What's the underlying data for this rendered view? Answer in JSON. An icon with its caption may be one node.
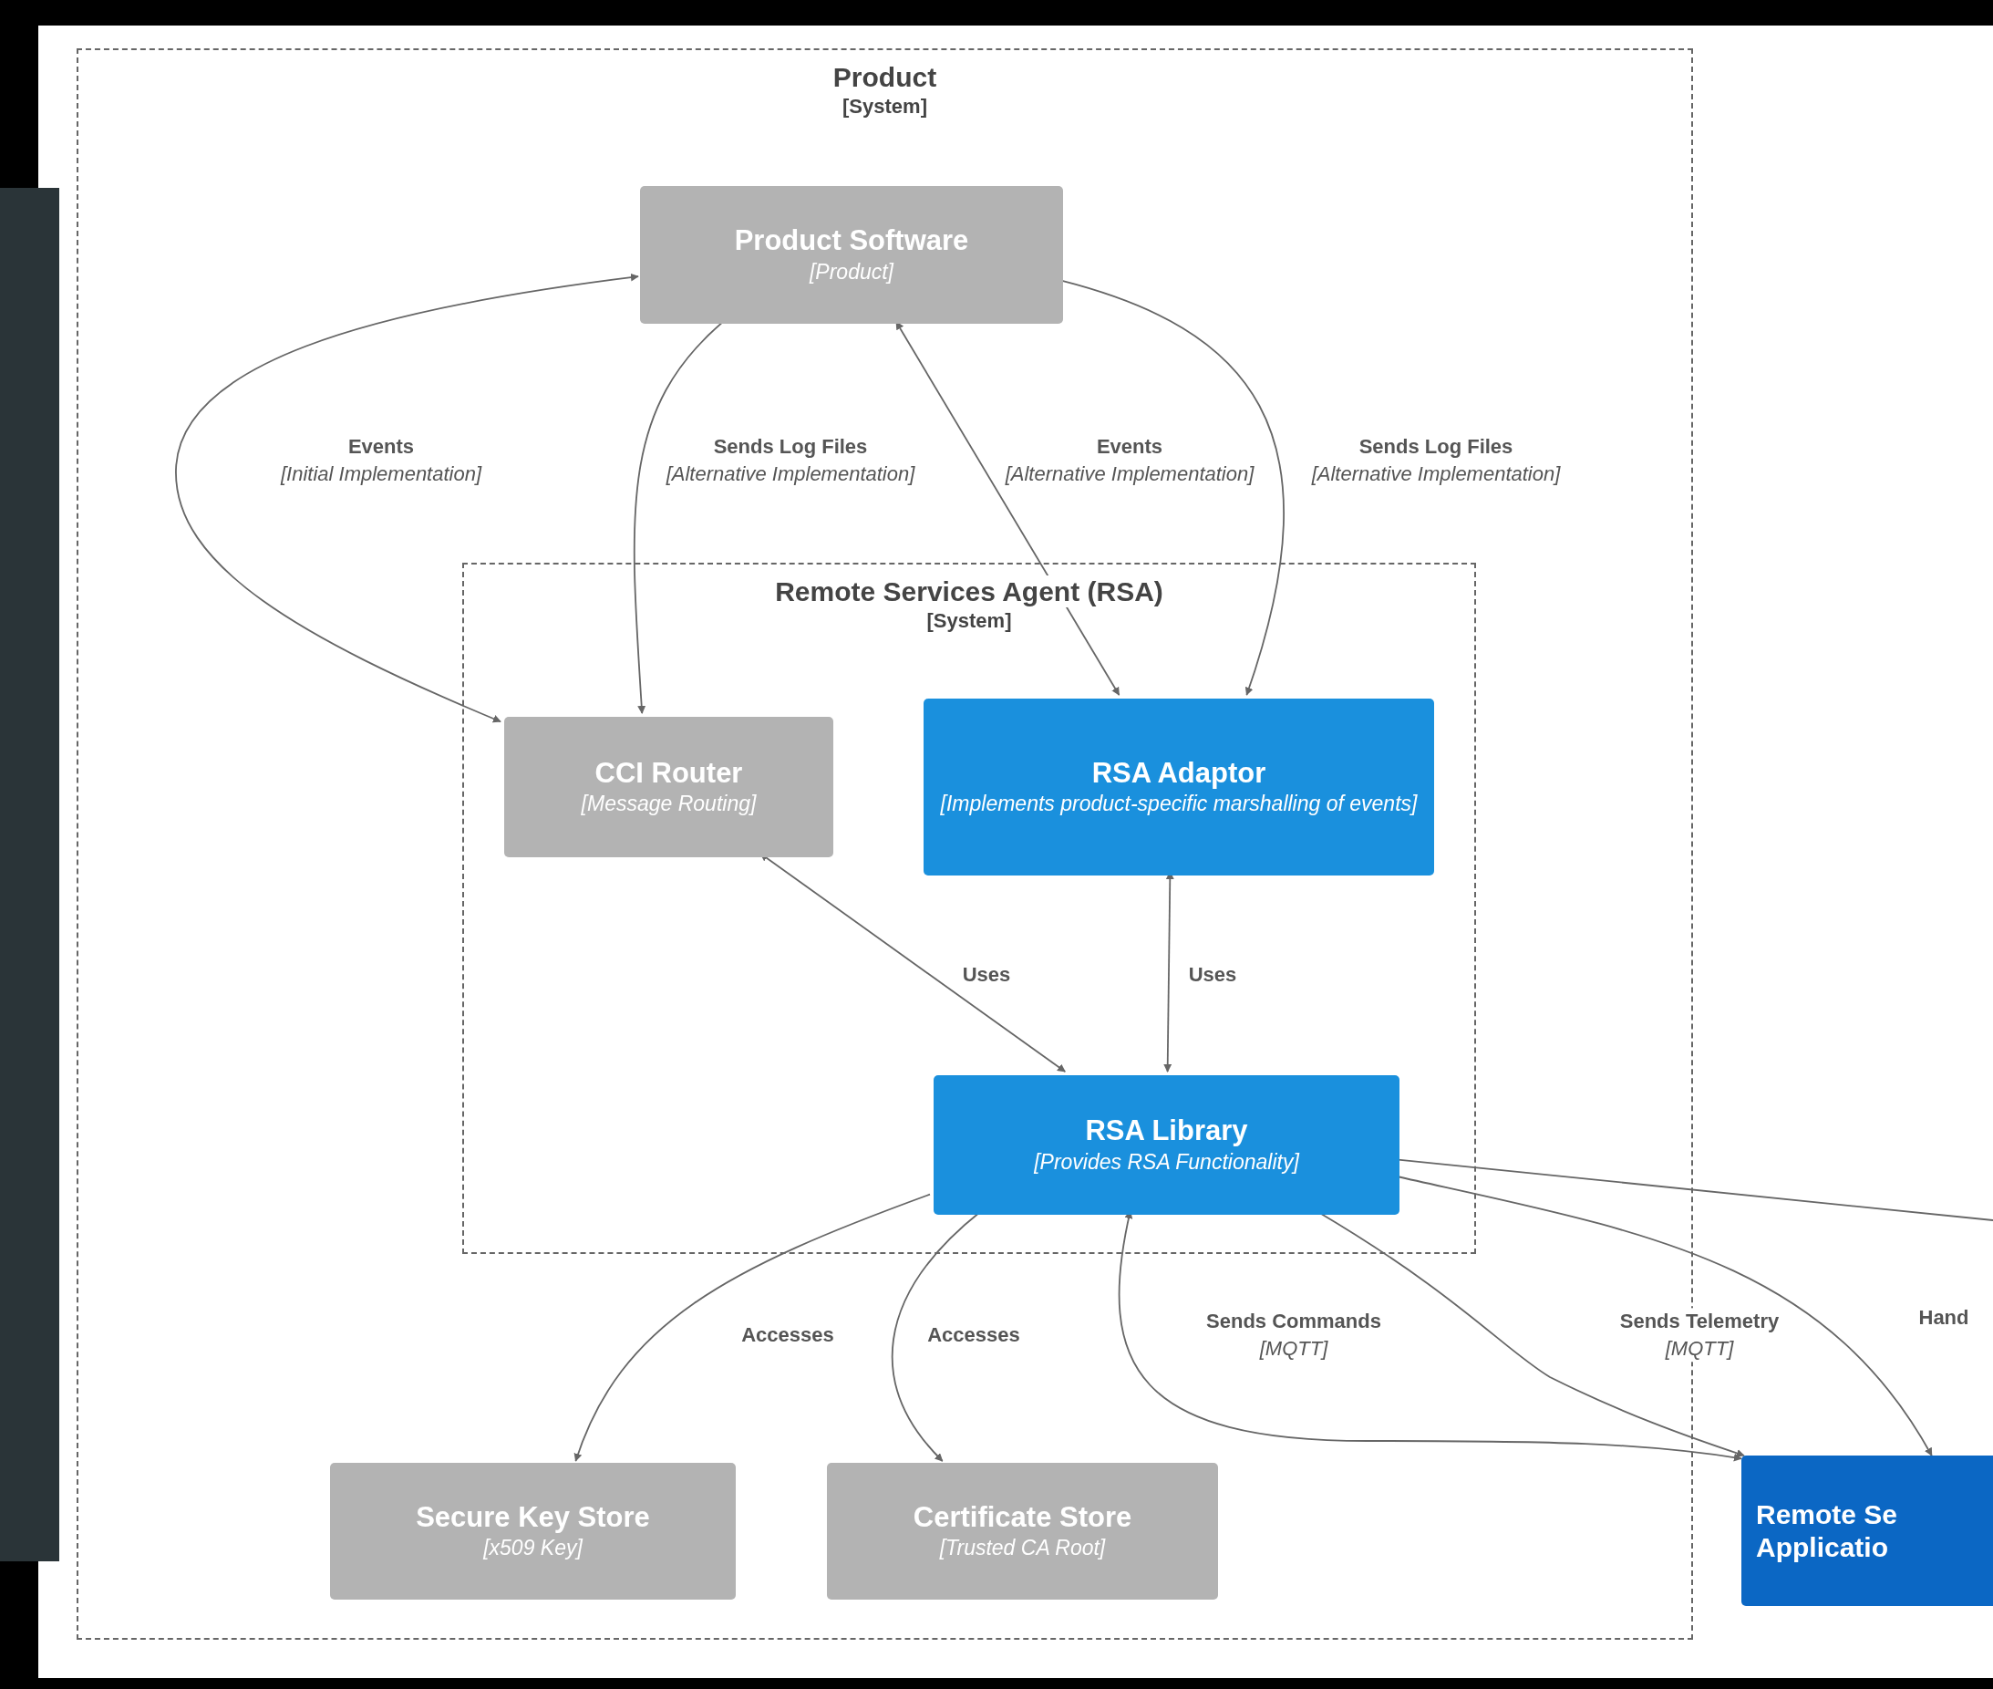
{
  "diagram": {
    "nodes": [
      {
        "text": [
          "Product",
          "[System]"
        ]
      },
      {
        "text": [
          "Product Software",
          "[Product]"
        ],
        "in": 0
      },
      {
        "text": [
          "Remote Services Agent (RSA)",
          "[System]"
        ],
        "in": 0
      },
      {
        "text": [
          "CCI Router",
          "[Message Routing]"
        ],
        "in": 2
      },
      {
        "text": [
          "RSA Adaptor",
          "[Implements product-specific marshalling of events]"
        ],
        "in": 2
      },
      {
        "text": [
          "RSA Library",
          "[Provides RSA Functionality]"
        ],
        "in": 2
      },
      {
        "text": [
          "Secure Key Store",
          "[x509 Key]"
        ],
        "in": 0
      },
      {
        "text": [
          "Certificate Store",
          "[Trusted CA Root]"
        ],
        "in": 0
      },
      {
        "text": [
          "Remote Se Applicatio"
        ]
      }
    ],
    "edges": [
      {
        "from": 3,
        "to": 1,
        "arrow": "both",
        "label": "**Events** *[Initial Implementation]*"
      },
      {
        "from": 1,
        "to": 3,
        "arrow": "to",
        "label": "**Sends Log Files** *[Alternative Implementation]*"
      },
      {
        "from": 4,
        "to": 1,
        "arrow": "both",
        "label": "**Events** *[Alternative Implementation]*"
      },
      {
        "from": 1,
        "to": 4,
        "arrow": "to",
        "label": "**Sends Log Files** *[Alternative Implementation]*"
      },
      {
        "from": 3,
        "to": 5,
        "arrow": "both",
        "label": "Uses"
      },
      {
        "from": 4,
        "to": 5,
        "arrow": "both",
        "label": "Uses"
      },
      {
        "from": 5,
        "to": 6,
        "arrow": "to",
        "label": "Accesses"
      },
      {
        "from": 5,
        "to": 7,
        "arrow": "to",
        "label": "Accesses"
      },
      {
        "from": 5,
        "to": 8,
        "arrow": "both",
        "label": "**Sends Commands** *[MQTT]*"
      },
      {
        "from": 5,
        "to": 8,
        "arrow": "to",
        "label": "**Sends Telemetry** *[MQTT]*"
      },
      {
        "from": 5,
        "to": 8,
        "arrow": "to",
        "label": "Hand"
      },
      {
        "from": 5,
        "to": null,
        "arrow": "none"
      }
    ]
  }
}
